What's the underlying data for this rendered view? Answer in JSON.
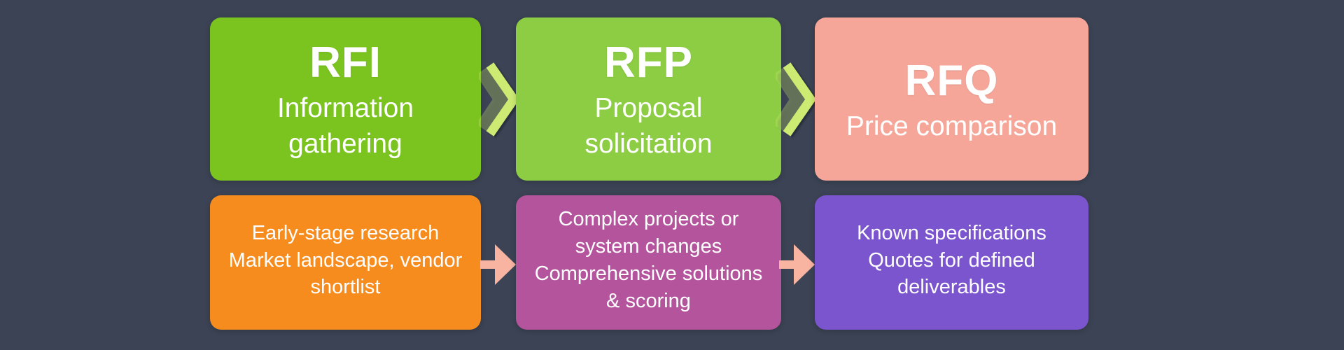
{
  "colors": {
    "background": "#3b4354",
    "rfi-green": "#7bc420",
    "rfp-green": "#8ccd43",
    "rfq-salmon": "#f5a699",
    "orange": "#f78c1e",
    "magenta": "#b4549c",
    "purple": "#7b55cd",
    "chevron-green": "#cdeb72",
    "arrow-salmon": "#f8b3a1",
    "text": "#ffffff"
  },
  "stages": {
    "rfi": {
      "title": "RFI",
      "subtitle": "Information\ngathering"
    },
    "rfp": {
      "title": "RFP",
      "subtitle": "Proposal\nsolicitation"
    },
    "rfq": {
      "title": "RFQ",
      "subtitle": "Price comparison"
    }
  },
  "details": {
    "rfi": {
      "text": "Early-stage research\nMarket landscape, vendor\nshortlist"
    },
    "rfp": {
      "text": "Complex projects or\nsystem changes\nComprehensive solutions\n& scoring"
    },
    "rfq": {
      "text": "Known specifications\nQuotes for defined\ndeliverables"
    }
  }
}
